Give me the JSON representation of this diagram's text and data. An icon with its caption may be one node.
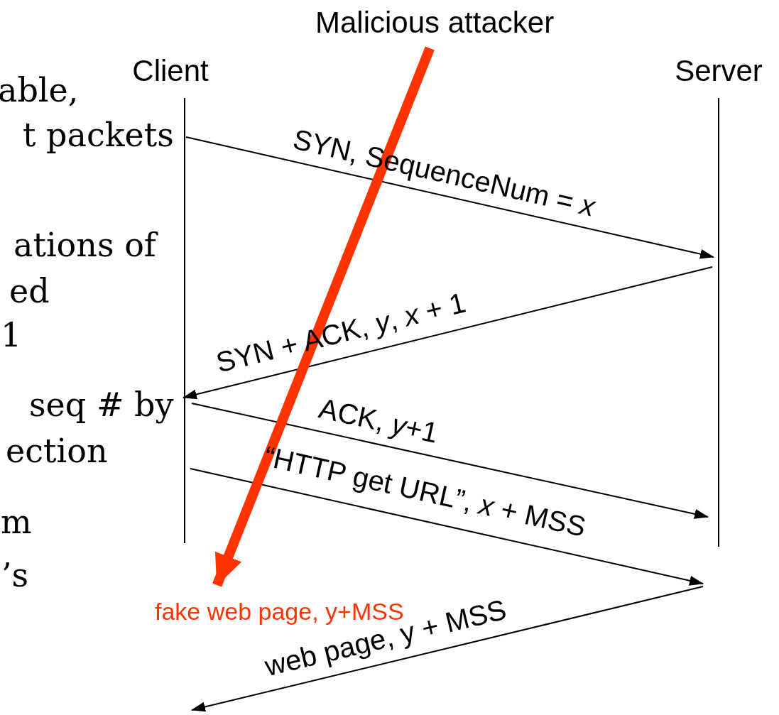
{
  "diagram": {
    "nodes": [
      {
        "text": [
          "Client"
        ]
      },
      {
        "text": [
          "Server"
        ]
      },
      {
        "text": [
          "Malicious attacker"
        ]
      },
      {
        "text": [
          "fake web page, y+MSS"
        ]
      }
    ],
    "edges": [
      {
        "from": 0,
        "to": 1,
        "arrow": "to",
        "label": "SYN, SequenceNum = *x*"
      },
      {
        "from": 1,
        "to": 0,
        "arrow": "to",
        "label": "SYN + ACK, *y*, *x* + 1"
      },
      {
        "from": 0,
        "to": 1,
        "arrow": "to",
        "label": "ACK, *y*+1"
      },
      {
        "from": 0,
        "to": 1,
        "arrow": "to",
        "label": "“HTTP get URL”, *x* + MSS"
      },
      {
        "from": 1,
        "to": null,
        "arrow": "to",
        "label": "web page, y + MSS"
      },
      {
        "from": 2,
        "to": 3,
        "arrow": "to",
        "style": "thick",
        "color": "#ff3300"
      }
    ],
    "labels": [
      "able,",
      "t packets",
      "ations of",
      "ed",
      "1",
      "seq # by",
      "ection",
      "m",
      "’s"
    ]
  }
}
